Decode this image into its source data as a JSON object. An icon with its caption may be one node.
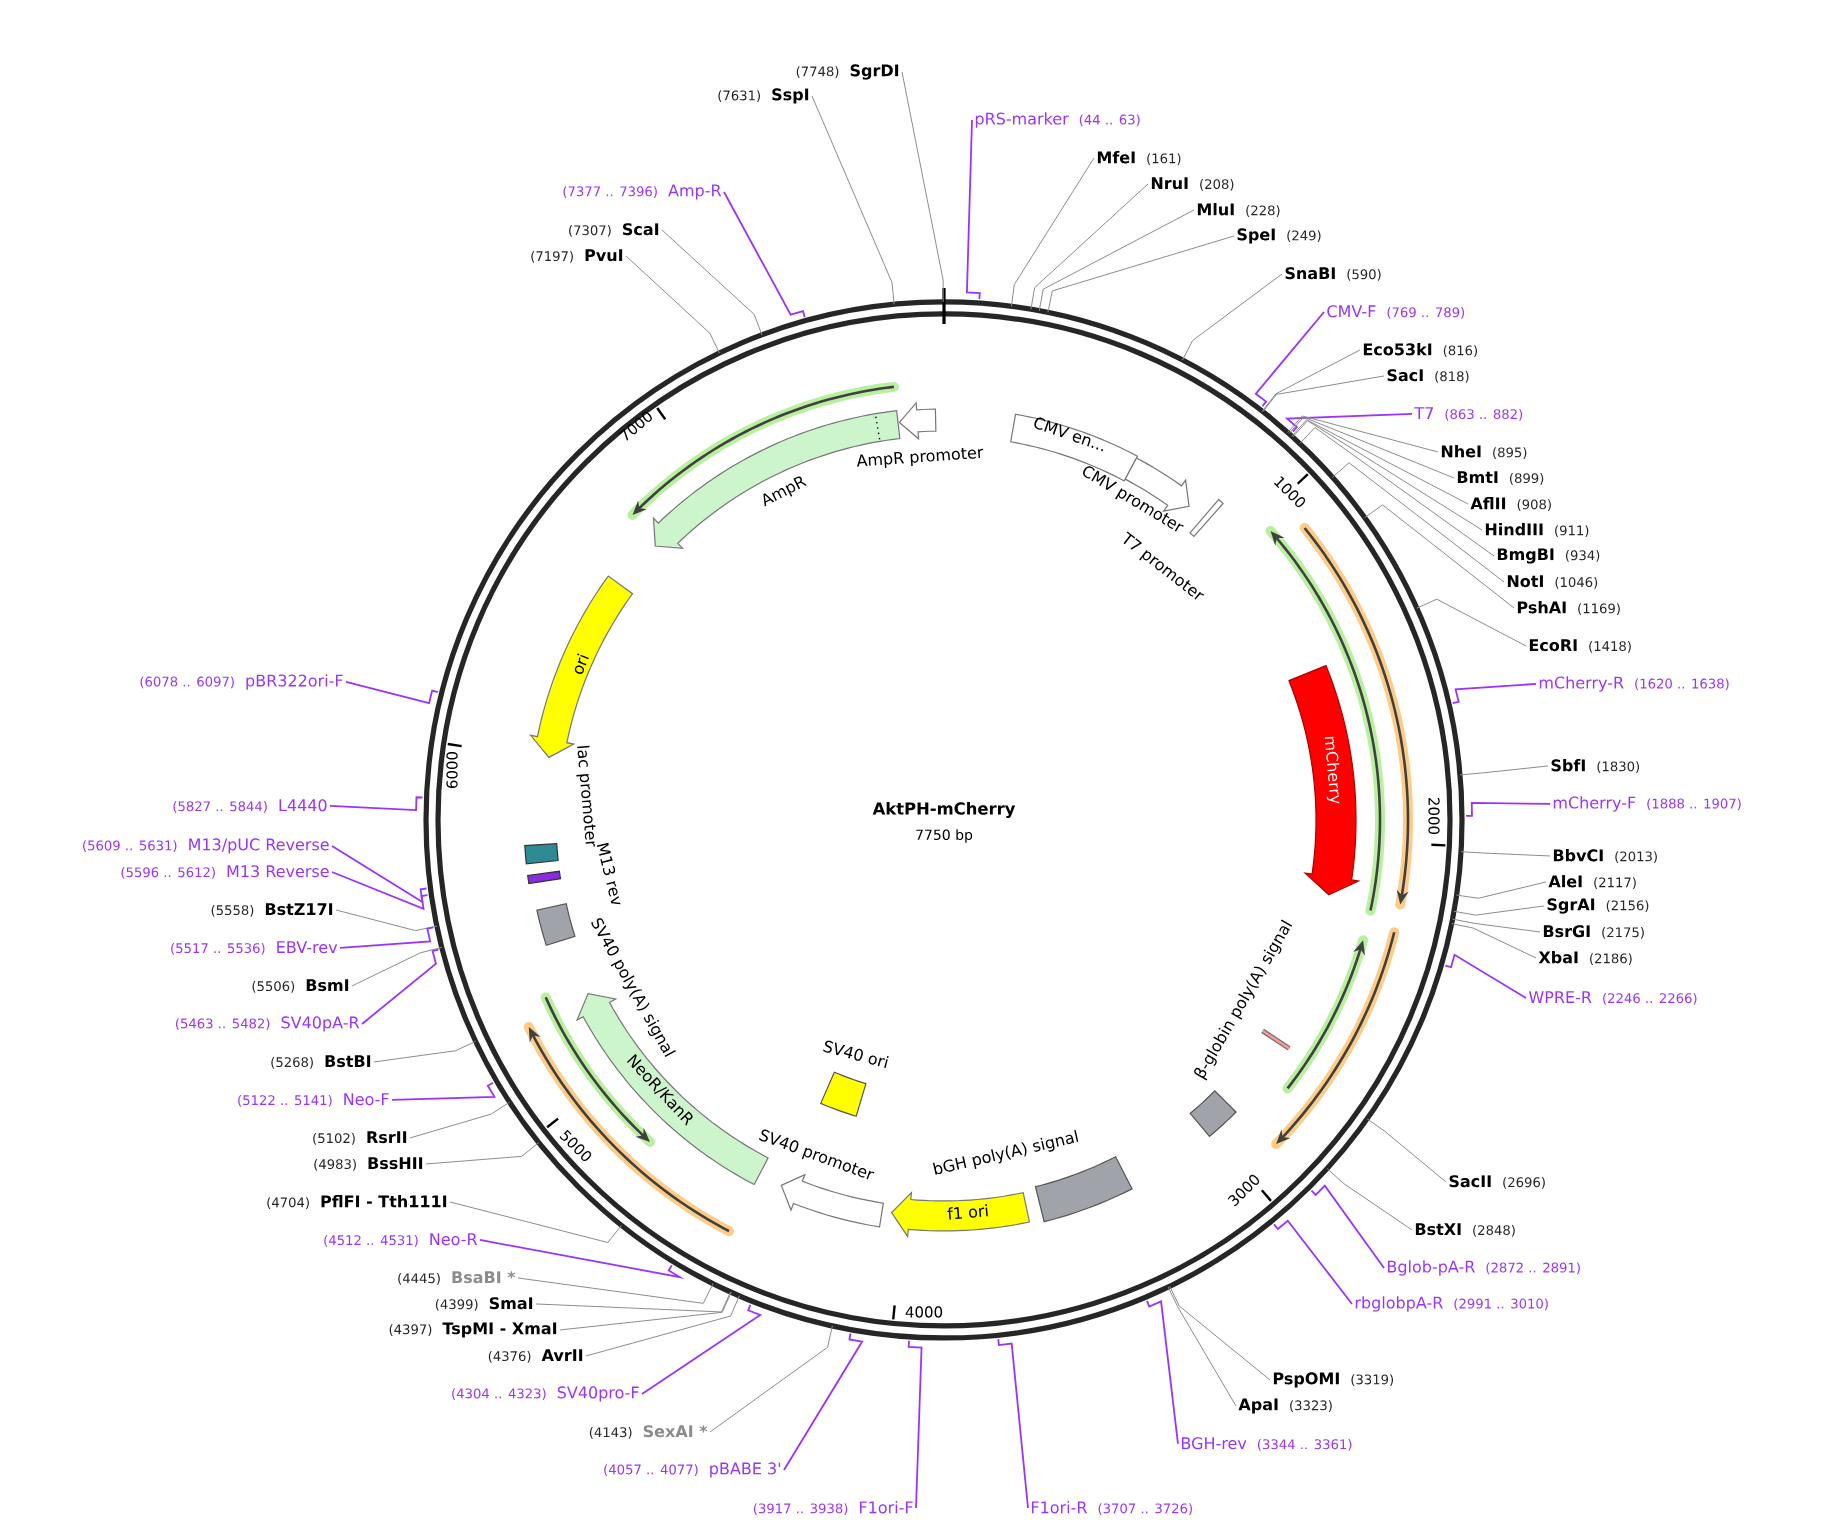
{
  "diagram": {
    "title": "AktPH-mCherry",
    "nodes": [
      {
        "text": [
          "(7748)",
          "SgrDI"
        ]
      },
      {
        "text": [
          "(7631)",
          "SspI"
        ]
      },
      {
        "text": [
          "pRS-marker",
          "(44 .. 63)"
        ]
      },
      {
        "text": [
          "(7377 .. 7396)",
          "Amp-R"
        ]
      },
      {
        "text": [
          "MfeI",
          "(161)"
        ]
      },
      {
        "text": [
          "NruI",
          "(208)"
        ]
      },
      {
        "text": [
          "MluI",
          "(228)"
        ]
      },
      {
        "text": [
          "(7307)",
          "ScaI"
        ]
      },
      {
        "text": [
          "SpeI",
          "(249)"
        ]
      },
      {
        "text": [
          "(7197)",
          "PvuI"
        ]
      },
      {
        "text": [
          "SnaBI",
          "(590)"
        ]
      },
      {
        "text": [
          "CMV-F",
          "(769 .. 789)"
        ]
      },
      {
        "text": [
          "Eco53kI",
          "(816)"
        ]
      },
      {
        "text": [
          "SacI",
          "(818)"
        ]
      },
      {
        "text": [
          "T7",
          "(863 .. 882)"
        ]
      },
      {
        "text": [
          "NheI",
          "(895)"
        ]
      },
      {
        "text": [
          "BmtI",
          "(899)"
        ]
      },
      {
        "text": [
          "AflII",
          "(908)"
        ]
      },
      {
        "text": [
          "HindIII",
          "(911)"
        ]
      },
      {
        "text": [
          "BmgBI",
          "(934)"
        ]
      },
      {
        "text": [
          "NotI",
          "(1046)"
        ]
      },
      {
        "text": [
          "PshAI",
          "(1169)"
        ]
      },
      {
        "text": [
          "EcoRI",
          "(1418)"
        ]
      },
      {
        "text": [
          "mCherry-R",
          "(1620 .. 1638)"
        ]
      },
      {
        "text": [
          "(6078 .. 6097)",
          "pBR322ori-F"
        ]
      },
      {
        "text": [
          "(5827 .. 5844)",
          "L4440"
        ]
      },
      {
        "text": [
          "SbfI",
          "(1830)"
        ]
      },
      {
        "text": [
          "mCherry-F",
          "(1888 .. 1907)"
        ]
      },
      {
        "text": [
          "(5609 .. 5631)",
          "M13/pUC Reverse"
        ]
      },
      {
        "text": [
          "(5596 .. 5612)",
          "M13 Reverse"
        ]
      },
      {
        "text": [
          "BbvCI",
          "(2013)"
        ]
      },
      {
        "text": [
          "AleI",
          "(2117)"
        ]
      },
      {
        "text": [
          "(5558)",
          "BstZ17I"
        ]
      },
      {
        "text": [
          "SgrAI",
          "(2156)"
        ]
      },
      {
        "text": [
          "BsrGI",
          "(2175)"
        ]
      },
      {
        "text": [
          "(5517 .. 5536)",
          "EBV-rev"
        ]
      },
      {
        "text": [
          "XbaI",
          "(2186)"
        ]
      },
      {
        "text": [
          "(5506)",
          "BsmI"
        ]
      },
      {
        "text": [
          "WPRE-R",
          "(2246 .. 2266)"
        ]
      },
      {
        "text": [
          "(5463 .. 5482)",
          "SV40pA-R"
        ]
      },
      {
        "text": [
          "(5268)",
          "BstBI"
        ]
      },
      {
        "text": [
          "(5122 .. 5141)",
          "Neo-F"
        ]
      },
      {
        "text": [
          "(5102)",
          "RsrII"
        ]
      },
      {
        "text": [
          "(4983)",
          "BssHII"
        ]
      },
      {
        "text": [
          "(4704)",
          "PflFI - Tth111I"
        ]
      },
      {
        "text": [
          "SacII",
          "(2696)"
        ]
      },
      {
        "text": [
          "BstXI",
          "(2848)"
        ]
      },
      {
        "text": [
          "(4512 .. 4531)",
          "Neo-R"
        ]
      },
      {
        "text": [
          "Bglob-pA-R",
          "(2872 .. 2891)"
        ]
      },
      {
        "text": [
          "(4445)",
          "BsaBI *"
        ]
      },
      {
        "text": [
          "(4399)",
          "SmaI"
        ]
      },
      {
        "text": [
          "rbglobpA-R",
          "(2991 .. 3010)"
        ]
      },
      {
        "text": [
          "(4397)",
          "TspMI - XmaI"
        ]
      },
      {
        "text": [
          "(4376)",
          "AvrII"
        ]
      },
      {
        "text": [
          "PspOMI",
          "(3319)"
        ]
      },
      {
        "text": [
          "(4304 .. 4323)",
          "SV40pro-F"
        ]
      },
      {
        "text": [
          "ApaI",
          "(3323)"
        ]
      },
      {
        "text": [
          "(4143)",
          "SexAI *"
        ]
      },
      {
        "text": [
          "BGH-rev",
          "(3344 .. 3361)"
        ]
      },
      {
        "text": [
          "(4057 .. 4077)",
          "pBABE 3'"
        ]
      },
      {
        "text": [
          "(3917 .. 3938)",
          "F1ori-F"
        ]
      },
      {
        "text": [
          "F1ori-R",
          "(3707 .. 3726)"
        ]
      },
      {
        "text": [
          "AmpR promoter"
        ]
      },
      {
        "text": [
          "CMV en..."
        ]
      },
      {
        "text": [
          "CMV promoter"
        ]
      },
      {
        "text": [
          "T7 promoter"
        ]
      },
      {
        "text": [
          "AmpR"
        ]
      },
      {
        "text": [
          "ori"
        ]
      },
      {
        "text": [
          "mCherry"
        ]
      },
      {
        "text": [
          "lac promoter"
        ]
      },
      {
        "text": [
          "M13 rev"
        ]
      },
      {
        "text": [
          "SV40 poly(A) signal"
        ]
      },
      {
        "text": [
          "β-globin poly(A) signal"
        ]
      },
      {
        "text": [
          "NeoR/KanR"
        ]
      },
      {
        "text": [
          "SV40 ori"
        ]
      },
      {
        "text": [
          "SV40 promoter"
        ]
      },
      {
        "text": [
          "bGH poly(A) signal"
        ]
      },
      {
        "text": [
          "f1 ori"
        ]
      }
    ],
    "edges": [
      {
        "from": 0,
        "to": null,
        "arrow": "none"
      },
      {
        "from": 1,
        "to": null,
        "arrow": "none"
      },
      {
        "from": 2,
        "to": null,
        "arrow": "none",
        "color": "#9933ff"
      },
      {
        "from": 3,
        "to": null,
        "arrow": "none",
        "color": "#9933ff"
      },
      {
        "from": 4,
        "to": null,
        "arrow": "none"
      },
      {
        "from": 5,
        "to": null,
        "arrow": "none"
      },
      {
        "from": 6,
        "to": null,
        "arrow": "none"
      },
      {
        "from": 7,
        "to": null,
        "arrow": "none"
      },
      {
        "from": 8,
        "to": null,
        "arrow": "none"
      },
      {
        "from": 9,
        "to": null,
        "arrow": "none"
      },
      {
        "from": 10,
        "to": null,
        "arrow": "none"
      },
      {
        "from": 11,
        "to": null,
        "arrow": "none",
        "color": "#9933ff"
      },
      {
        "from": 12,
        "to": null,
        "arrow": "none"
      },
      {
        "from": 13,
        "to": null,
        "arrow": "none"
      },
      {
        "from": 14,
        "to": null,
        "arrow": "none",
        "color": "#9933ff"
      },
      {
        "from": 15,
        "to": null,
        "arrow": "none"
      },
      {
        "from": 16,
        "to": null,
        "arrow": "none"
      },
      {
        "from": 17,
        "to": null,
        "arrow": "none"
      },
      {
        "from": 18,
        "to": null,
        "arrow": "none"
      },
      {
        "from": 19,
        "to": null,
        "arrow": "none"
      },
      {
        "from": 20,
        "to": null,
        "arrow": "none"
      },
      {
        "from": 21,
        "to": null,
        "arrow": "none"
      },
      {
        "from": 22,
        "to": null,
        "arrow": "none"
      },
      {
        "from": 23,
        "to": null,
        "arrow": "none",
        "color": "#9933ff"
      },
      {
        "from": 24,
        "to": null,
        "arrow": "none",
        "color": "#9933ff"
      },
      {
        "from": 25,
        "to": null,
        "arrow": "none",
        "color": "#9933ff"
      },
      {
        "from": 26,
        "to": null,
        "arrow": "none"
      },
      {
        "from": 27,
        "to": null,
        "arrow": "none",
        "color": "#9933ff"
      },
      {
        "from": 28,
        "to": null,
        "arrow": "none",
        "color": "#9933ff"
      },
      {
        "from": 29,
        "to": null,
        "arrow": "none",
        "color": "#9933ff"
      },
      {
        "from": 30,
        "to": null,
        "arrow": "none"
      },
      {
        "from": 31,
        "to": null,
        "arrow": "none"
      },
      {
        "from": 32,
        "to": null,
        "arrow": "none"
      },
      {
        "from": 33,
        "to": null,
        "arrow": "none"
      },
      {
        "from": 34,
        "to": null,
        "arrow": "none"
      },
      {
        "from": 35,
        "to": null,
        "arrow": "none",
        "color": "#9933ff"
      },
      {
        "from": 36,
        "to": null,
        "arrow": "none"
      },
      {
        "from": 37,
        "to": null,
        "arrow": "none"
      },
      {
        "from": 38,
        "to": null,
        "arrow": "none",
        "color": "#9933ff"
      },
      {
        "from": 39,
        "to": null,
        "arrow": "none",
        "color": "#9933ff"
      },
      {
        "from": 40,
        "to": null,
        "arrow": "none"
      },
      {
        "from": 41,
        "to": null,
        "arrow": "none",
        "color": "#9933ff"
      },
      {
        "from": 42,
        "to": null,
        "arrow": "none"
      },
      {
        "from": 43,
        "to": null,
        "arrow": "none"
      },
      {
        "from": 44,
        "to": null,
        "arrow": "none"
      },
      {
        "from": 45,
        "to": null,
        "arrow": "none"
      },
      {
        "from": 46,
        "to": null,
        "arrow": "none"
      },
      {
        "from": 47,
        "to": null,
        "arrow": "none",
        "color": "#9933ff"
      },
      {
        "from": 48,
        "to": null,
        "arrow": "none",
        "color": "#9933ff"
      },
      {
        "from": 49,
        "to": null,
        "arrow": "none"
      },
      {
        "from": 50,
        "to": null,
        "arrow": "none"
      },
      {
        "from": 51,
        "to": null,
        "arrow": "none",
        "color": "#9933ff"
      },
      {
        "from": 52,
        "to": null,
        "arrow": "none"
      },
      {
        "from": 53,
        "to": null,
        "arrow": "none"
      },
      {
        "from": 54,
        "to": null,
        "arrow": "none"
      },
      {
        "from": 55,
        "to": null,
        "arrow": "none",
        "color": "#9933ff"
      },
      {
        "from": 56,
        "to": null,
        "arrow": "none"
      },
      {
        "from": 57,
        "to": null,
        "arrow": "none"
      },
      {
        "from": 58,
        "to": null,
        "arrow": "none",
        "color": "#9933ff"
      },
      {
        "from": 59,
        "to": null,
        "arrow": "none",
        "color": "#9933ff"
      },
      {
        "from": 60,
        "to": null,
        "arrow": "none",
        "color": "#9933ff"
      },
      {
        "from": 61,
        "to": null,
        "arrow": "none",
        "color": "#9933ff"
      }
    ],
    "labels": [
      "1000",
      "2000",
      "3000",
      "4000",
      "5000",
      "6000",
      "7000",
      "7750 bp"
    ]
  }
}
